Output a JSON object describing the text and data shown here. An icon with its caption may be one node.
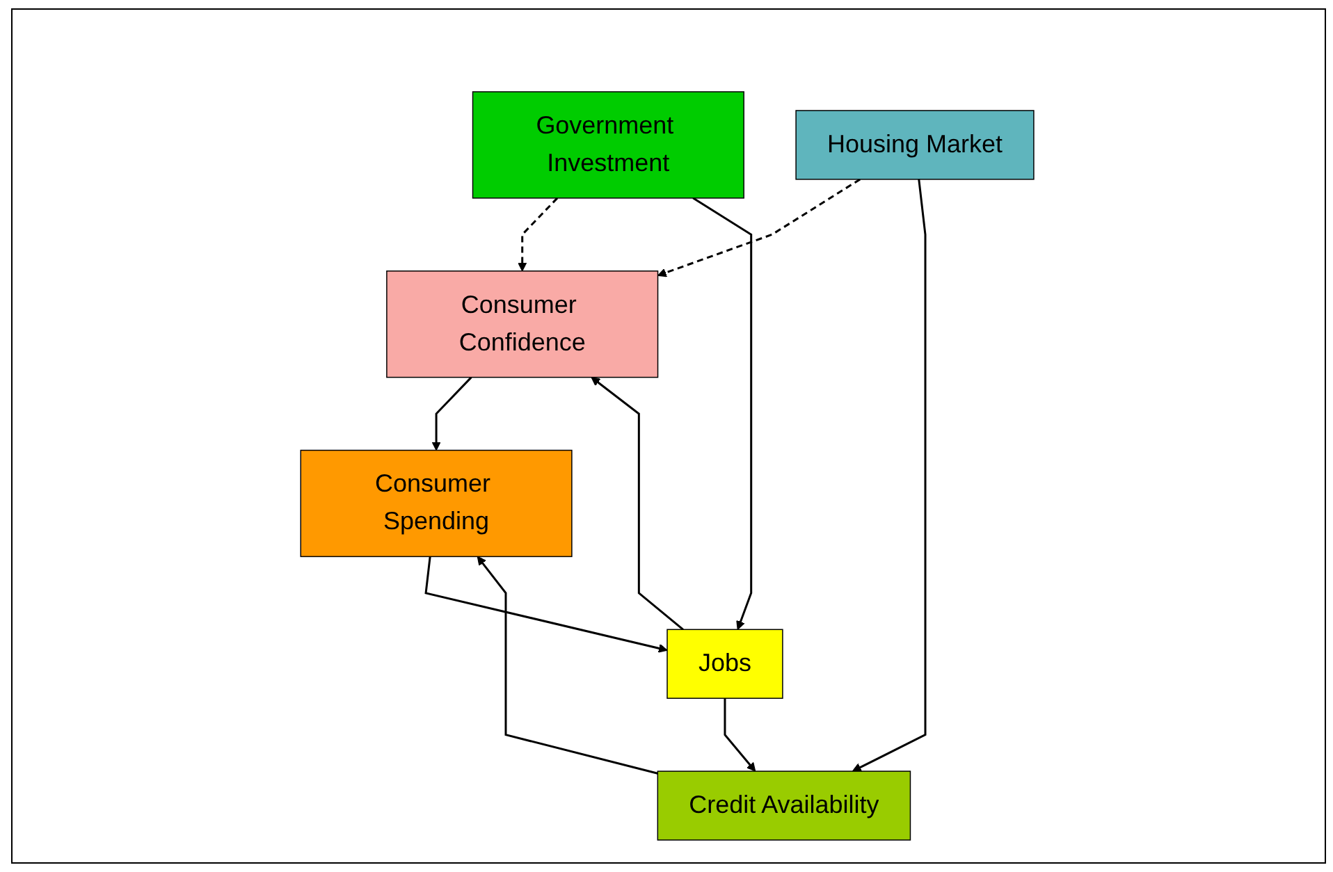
{
  "diagram": {
    "nodes": [
      {
        "text": [
          "Consumer Confidence"
        ]
      },
      {
        "text": [
          "Housing Market"
        ]
      },
      {
        "text": [
          "Government Investment"
        ]
      },
      {
        "text": [
          "Jobs"
        ]
      },
      {
        "text": [
          "Credit Availability"
        ]
      },
      {
        "text": [
          "Consumer Spending"
        ]
      }
    ],
    "edges": [
      {
        "from": 2,
        "to": 0,
        "arrow": "to",
        "style": "dashed"
      },
      {
        "from": 1,
        "to": 0,
        "arrow": "to",
        "style": "dashed"
      },
      {
        "from": 1,
        "to": 4,
        "arrow": "to"
      },
      {
        "from": 2,
        "to": 3,
        "arrow": "to"
      },
      {
        "from": 3,
        "to": 0,
        "arrow": "to"
      },
      {
        "from": 3,
        "to": 4,
        "arrow": "to"
      },
      {
        "from": 0,
        "to": 5,
        "arrow": "to"
      },
      {
        "from": 4,
        "to": 5,
        "arrow": "to"
      },
      {
        "from": 5,
        "to": 3,
        "arrow": "to"
      }
    ]
  }
}
